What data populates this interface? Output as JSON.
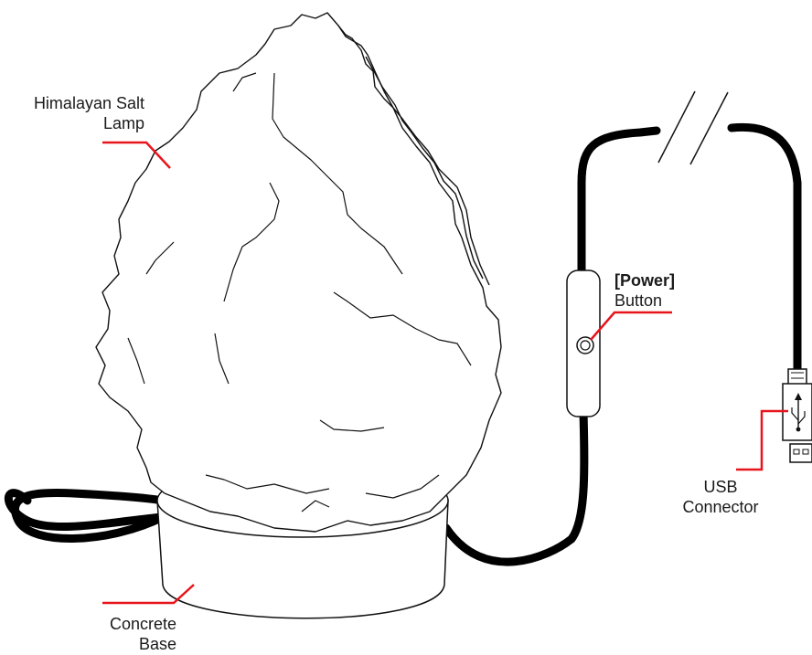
{
  "labels": {
    "salt_lamp": {
      "line1": "Himalayan Salt",
      "line2": "Lamp"
    },
    "power_button": {
      "line1": "[Power]",
      "line2": "Button"
    },
    "usb_connector": {
      "line1": "USB",
      "line2": "Connector"
    },
    "concrete_base": {
      "line1": "Concrete",
      "line2": "Base"
    }
  },
  "colors": {
    "outline": "#111111",
    "cable": "#000000",
    "callout": "#e8141c",
    "background": "#ffffff"
  }
}
